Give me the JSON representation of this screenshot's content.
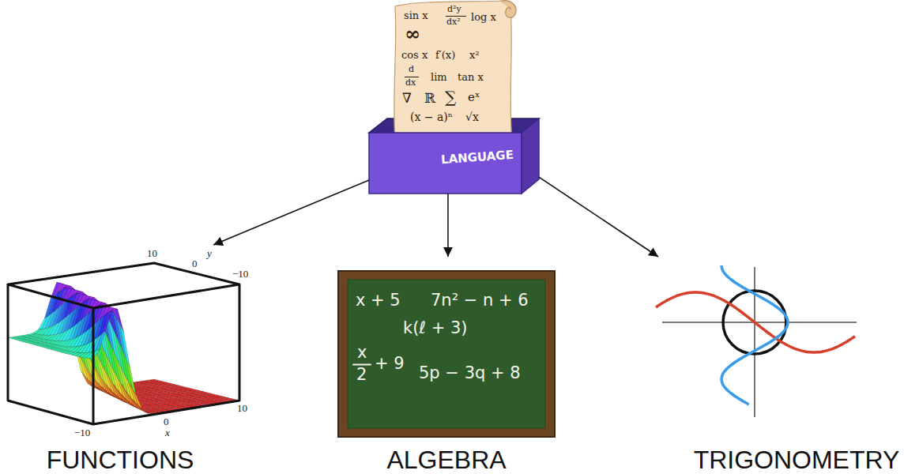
{
  "diagram": {
    "nodes": [
      {
        "text": [
          "sin x",
          "d²y",
          "dx²",
          "log x",
          "∞",
          "cos x",
          "f′(x)",
          "x²",
          "d",
          "dx",
          "lim",
          "tan x",
          "∇",
          "ℝ",
          "∑",
          "eˣ",
          "(x − a)ⁿ",
          "√x"
        ]
      },
      {
        "text": [
          "LANGUAGE"
        ]
      },
      {
        "text": [
          "FUNCTIONS",
          "10",
          "y",
          "0",
          "−10",
          "10",
          "0",
          "x",
          "−10"
        ]
      },
      {
        "text": [
          "ALGEBRA",
          "x + 5",
          "7n² − n + 6",
          "k(ℓ + 3)",
          "x",
          "2",
          "+ 9",
          "5p − 3q + 8"
        ]
      },
      {
        "text": [
          "TRIGONOMETRY"
        ]
      }
    ],
    "edges": [
      {
        "from": 1,
        "to": 2,
        "arrow": "to"
      },
      {
        "from": 1,
        "to": 3,
        "arrow": "to"
      },
      {
        "from": 1,
        "to": 4,
        "arrow": "to"
      }
    ]
  }
}
